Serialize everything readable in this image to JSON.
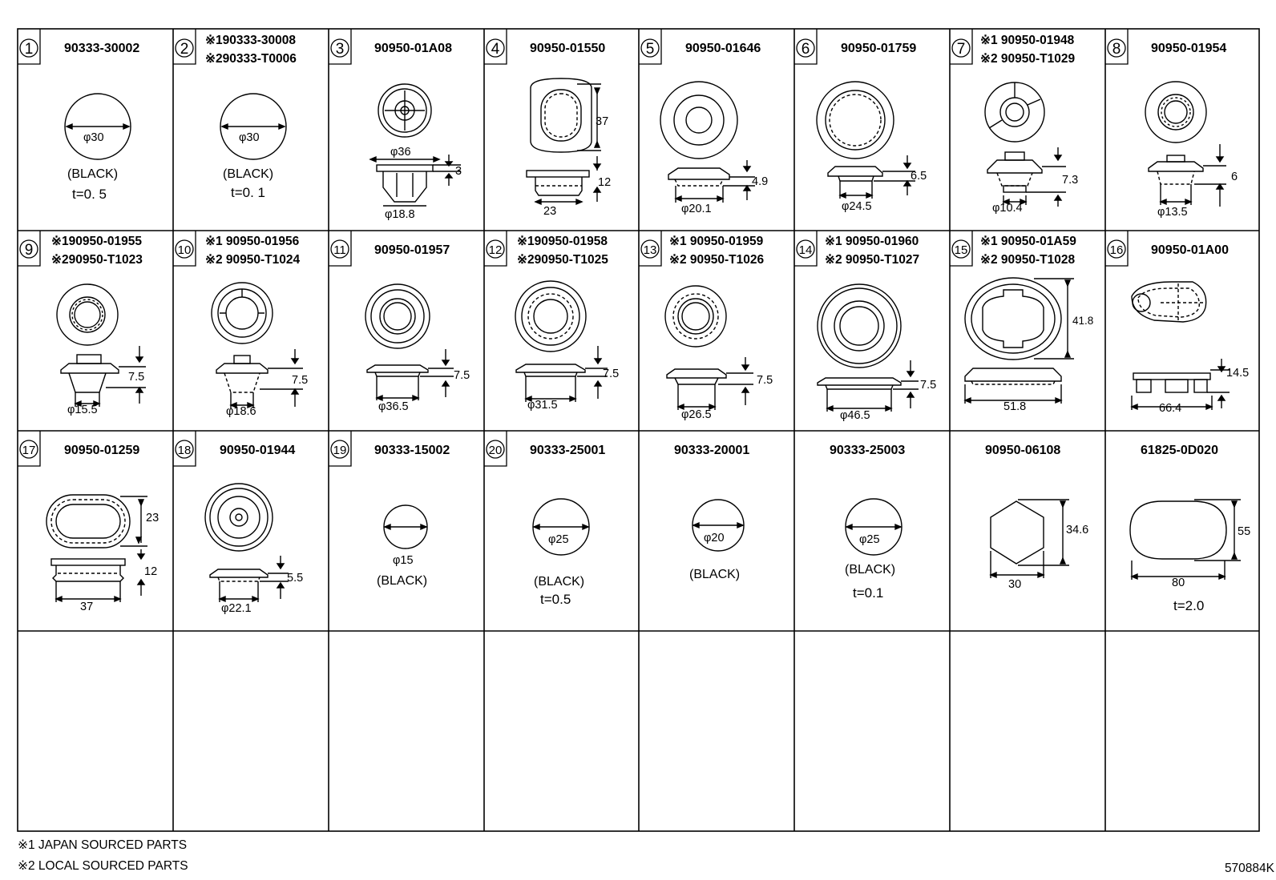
{
  "cells": [
    {
      "num": "1",
      "part_lines": [
        "90333-30002"
      ],
      "dims": {
        "d": "φ30"
      },
      "notes": [
        "(BLACK)",
        "t=0. 5"
      ]
    },
    {
      "num": "2",
      "part_lines": [
        "※190333-30008",
        "※290333-T0006"
      ],
      "dims": {
        "d": "φ30"
      },
      "notes": [
        "(BLACK)",
        "t=0. 1"
      ]
    },
    {
      "num": "3",
      "part_lines": [
        "90950-01A08"
      ],
      "dims": {
        "d_top": "φ36",
        "h": "3",
        "d_bot": "φ18.8"
      },
      "notes": []
    },
    {
      "num": "4",
      "part_lines": [
        "90950-01550"
      ],
      "dims": {
        "height": "37",
        "h": "12",
        "w": "23"
      },
      "notes": []
    },
    {
      "num": "5",
      "part_lines": [
        "90950-01646"
      ],
      "dims": {
        "h": "4.9",
        "d": "φ20.1"
      },
      "notes": []
    },
    {
      "num": "6",
      "part_lines": [
        "90950-01759"
      ],
      "dims": {
        "h": "6.5",
        "d": "φ24.5"
      },
      "notes": []
    },
    {
      "num": "7",
      "part_lines": [
        "※1 90950-01948",
        "※2 90950-T1029"
      ],
      "dims": {
        "h": "7.3",
        "d": "φ10.4"
      },
      "notes": []
    },
    {
      "num": "8",
      "part_lines": [
        "90950-01954"
      ],
      "dims": {
        "h": "6",
        "d": "φ13.5"
      },
      "notes": []
    },
    {
      "num": "9",
      "part_lines": [
        "※190950-01955",
        "※290950-T1023"
      ],
      "dims": {
        "h": "7.5",
        "d": "φ15.5"
      },
      "notes": []
    },
    {
      "num": "10",
      "part_lines": [
        "※1 90950-01956",
        "※2 90950-T1024"
      ],
      "dims": {
        "h": "7.5",
        "d": "φ18.6"
      },
      "notes": []
    },
    {
      "num": "11",
      "part_lines": [
        "90950-01957"
      ],
      "dims": {
        "h": "7.5",
        "d": "φ36.5"
      },
      "notes": []
    },
    {
      "num": "12",
      "part_lines": [
        "※190950-01958",
        "※290950-T1025"
      ],
      "dims": {
        "h": "7.5",
        "d": "φ31.5"
      },
      "notes": []
    },
    {
      "num": "13",
      "part_lines": [
        "※1 90950-01959",
        "※2 90950-T1026"
      ],
      "dims": {
        "h": "7.5",
        "d": "φ26.5"
      },
      "notes": []
    },
    {
      "num": "14",
      "part_lines": [
        "※1 90950-01960",
        "※2 90950-T1027"
      ],
      "dims": {
        "h": "7.5",
        "d": "φ46.5"
      },
      "notes": []
    },
    {
      "num": "15",
      "part_lines": [
        "※1 90950-01A59",
        "※2 90950-T1028"
      ],
      "dims": {
        "height": "41.8",
        "w": "51.8"
      },
      "notes": []
    },
    {
      "num": "16",
      "part_lines": [
        "90950-01A00"
      ],
      "dims": {
        "h": "14.5",
        "w": "66.4"
      },
      "notes": []
    },
    {
      "num": "17",
      "part_lines": [
        "90950-01259"
      ],
      "dims": {
        "height": "23",
        "h": "12",
        "w": "37"
      },
      "notes": []
    },
    {
      "num": "18",
      "part_lines": [
        "90950-01944"
      ],
      "dims": {
        "h": "5.5",
        "d": "φ22.1"
      },
      "notes": []
    },
    {
      "num": "19",
      "part_lines": [
        "90333-15002"
      ],
      "dims": {
        "d": "φ15"
      },
      "notes": [
        "(BLACK)"
      ]
    },
    {
      "num": "20",
      "part_lines": [
        "90333-25001"
      ],
      "dims": {
        "d": "φ25"
      },
      "notes": [
        "(BLACK)",
        "t=0.5"
      ]
    },
    {
      "num": "",
      "part_lines": [
        "90333-20001"
      ],
      "dims": {
        "d": "φ20"
      },
      "notes": [
        "(BLACK)"
      ]
    },
    {
      "num": "",
      "part_lines": [
        "90333-25003"
      ],
      "dims": {
        "d": "φ25"
      },
      "notes": [
        "(BLACK)",
        "t=0.1"
      ]
    },
    {
      "num": "",
      "part_lines": [
        "90950-06108"
      ],
      "dims": {
        "height": "34.6",
        "w": "30"
      },
      "notes": []
    },
    {
      "num": "",
      "part_lines": [
        "61825-0D020"
      ],
      "dims": {
        "height": "55",
        "w": "80"
      },
      "notes": [
        "t=2.0"
      ]
    }
  ],
  "legend": [
    "※1 JAPAN SOURCED PARTS",
    "※2 LOCAL SOURCED PARTS"
  ],
  "drawing_id": "570884K"
}
